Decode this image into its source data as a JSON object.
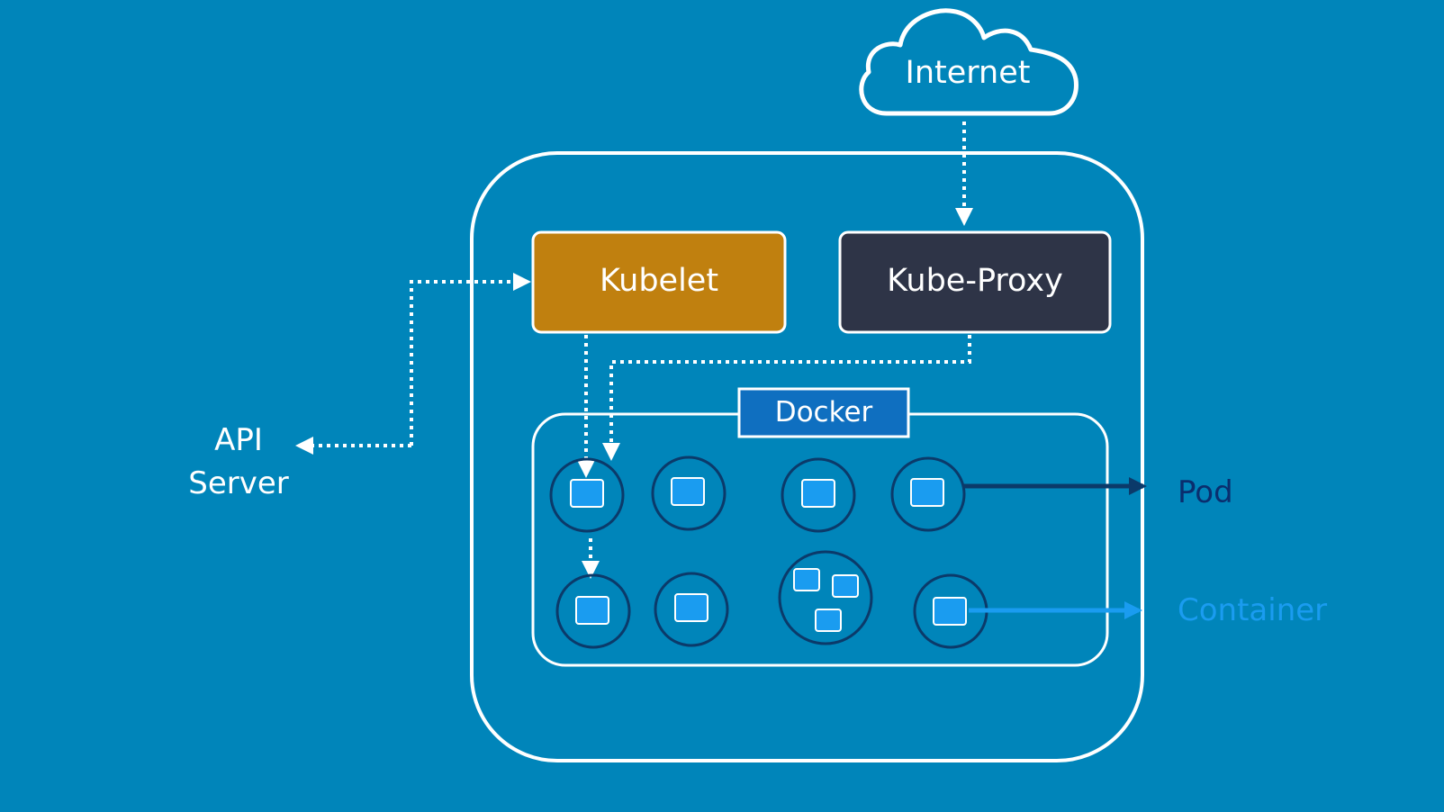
{
  "colors": {
    "background": "#0085BA",
    "outline": "#FFFFFF",
    "kubelet": "#C0800F",
    "kube_proxy": "#2E3447",
    "docker": "#0F6FC0",
    "pod_label": "#0A2E6E",
    "container_label": "#1A9CF0",
    "container_fill": "#1A9CF0",
    "pod_ring": "#0B3A6A"
  },
  "labels": {
    "internet": "Internet",
    "kubelet": "Kubelet",
    "kube_proxy": "Kube-Proxy",
    "docker": "Docker",
    "api_server_line1": "API",
    "api_server_line2": "Server",
    "pod": "Pod",
    "container": "Container"
  },
  "icons": {
    "internet": "cloud-icon",
    "container": "container-square-icon",
    "pod": "pod-circle-icon"
  }
}
